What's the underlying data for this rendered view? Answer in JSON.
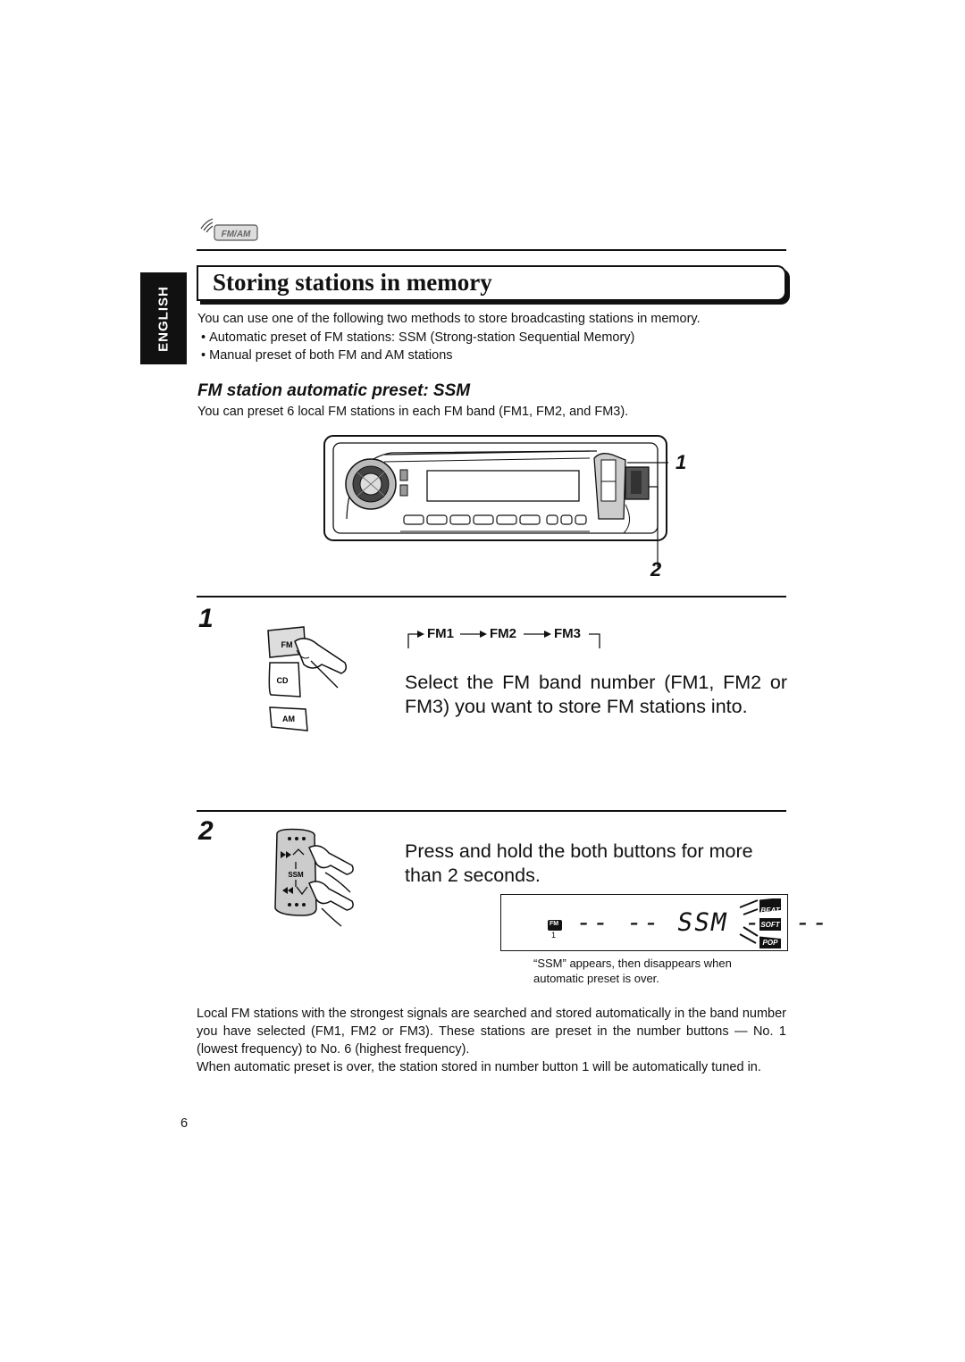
{
  "header": {
    "icon": "fm-am-broadcast-icon",
    "icon_text": "FM/AM",
    "language_tab": "ENGLISH"
  },
  "section": {
    "title": "Storing stations in memory",
    "intro": "You can use one of the following two methods to store broadcasting stations in memory.",
    "bullets": [
      "Automatic preset of FM stations: SSM (Strong-station Sequential Memory)",
      "Manual preset of both FM and AM stations"
    ]
  },
  "subsection": {
    "title": "FM station automatic preset: SSM",
    "intro": "You can preset 6 local FM stations in each FM band (FM1, FM2, and FM3)."
  },
  "device_callouts": [
    "1",
    "2"
  ],
  "steps": [
    {
      "number": "1",
      "buttons": [
        "FM",
        "CD",
        "AM"
      ],
      "sequence": [
        "FM1",
        "FM2",
        "FM3"
      ],
      "text": "Select the FM band number (FM1, FM2 or FM3) you want to store FM stations into."
    },
    {
      "number": "2",
      "button_label": "SSM",
      "text": "Press and hold the both buttons for more than 2 seconds.",
      "display": {
        "band": "FM",
        "band_number": "1",
        "readout": "-- -- SSM -- --",
        "modes": [
          "BEAT",
          "SOFT",
          "POP"
        ]
      },
      "caption": "“SSM” appears, then disappears when automatic preset is over."
    }
  ],
  "outro": [
    "Local FM stations with the strongest signals are searched and stored automatically in the band number you have selected (FM1, FM2 or FM3). These stations are preset in the number buttons — No. 1 (lowest frequency) to No. 6 (highest frequency).",
    "When automatic preset is over, the station stored in number button 1 will be automatically tuned in."
  ],
  "page_number": "6"
}
